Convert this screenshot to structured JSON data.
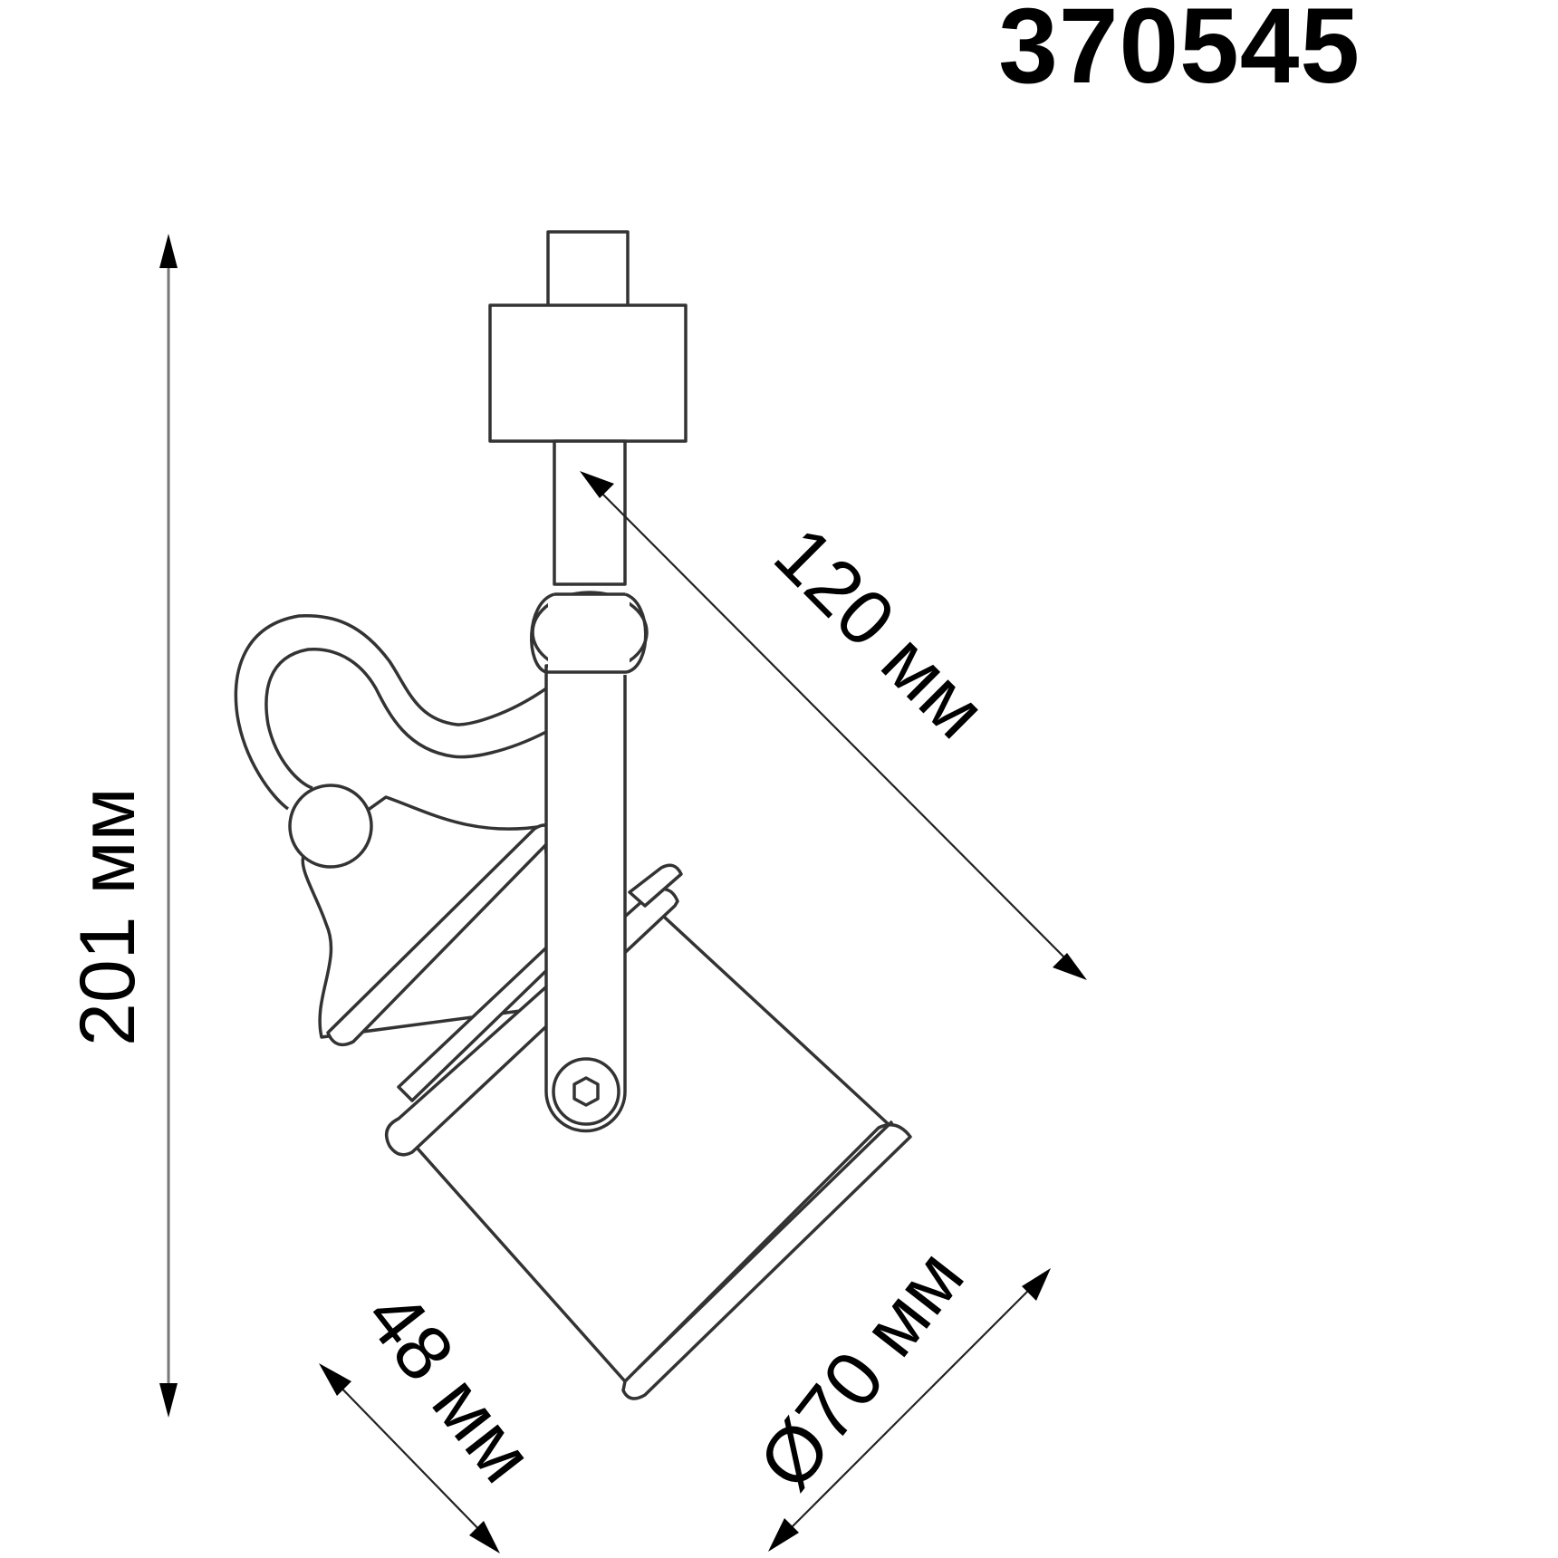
{
  "product": {
    "code": "370545"
  },
  "dimensions": {
    "height": {
      "label": "201 мм",
      "value": 201,
      "unit": "мм"
    },
    "arm_length": {
      "label": "120 мм",
      "value": 120,
      "unit": "мм"
    },
    "base_width": {
      "label": "48 мм",
      "value": 48,
      "unit": "мм"
    },
    "diameter": {
      "label": "Ø70 мм",
      "value": 70,
      "unit": "мм"
    }
  },
  "colors": {
    "line": "#333333",
    "text": "#000000",
    "background": "#ffffff"
  }
}
